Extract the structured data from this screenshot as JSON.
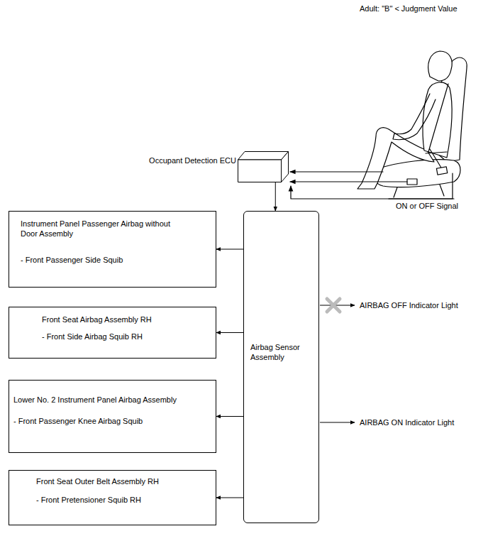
{
  "diagram": {
    "nodes": [
      {
        "text": [
          "Occupant Detection ECU"
        ]
      },
      {
        "text": [
          "Instrument Panel Passenger Airbag without Door Assembly",
          "- Front Passenger Side Squib"
        ]
      },
      {
        "text": [
          "Front Seat Airbag Assembly RH",
          "- Front Side Airbag Squib RH"
        ]
      },
      {
        "text": [
          "Lower No. 2 Instrument Panel Airbag Assembly",
          "- Front Passenger Knee Airbag Squib"
        ]
      },
      {
        "text": [
          "Front Seat Outer Belt Assembly RH",
          "- Front Pretensioner Squib RH"
        ]
      },
      {
        "text": [
          "Airbag Sensor Assembly"
        ]
      }
    ],
    "edges": [
      {
        "from": 0,
        "to": 5,
        "arrow": "to"
      },
      {
        "from": 5,
        "to": 1,
        "arrow": "to"
      },
      {
        "from": 5,
        "to": 2,
        "arrow": "to"
      },
      {
        "from": 5,
        "to": 3,
        "arrow": "to"
      },
      {
        "from": 5,
        "to": 4,
        "arrow": "to"
      }
    ],
    "labels": [
      "Adult: \"B\" < Judgment Value",
      "ON or OFF Signal",
      "AIRBAG OFF Indicator Light",
      "AIRBAG ON Indicator Light"
    ]
  }
}
